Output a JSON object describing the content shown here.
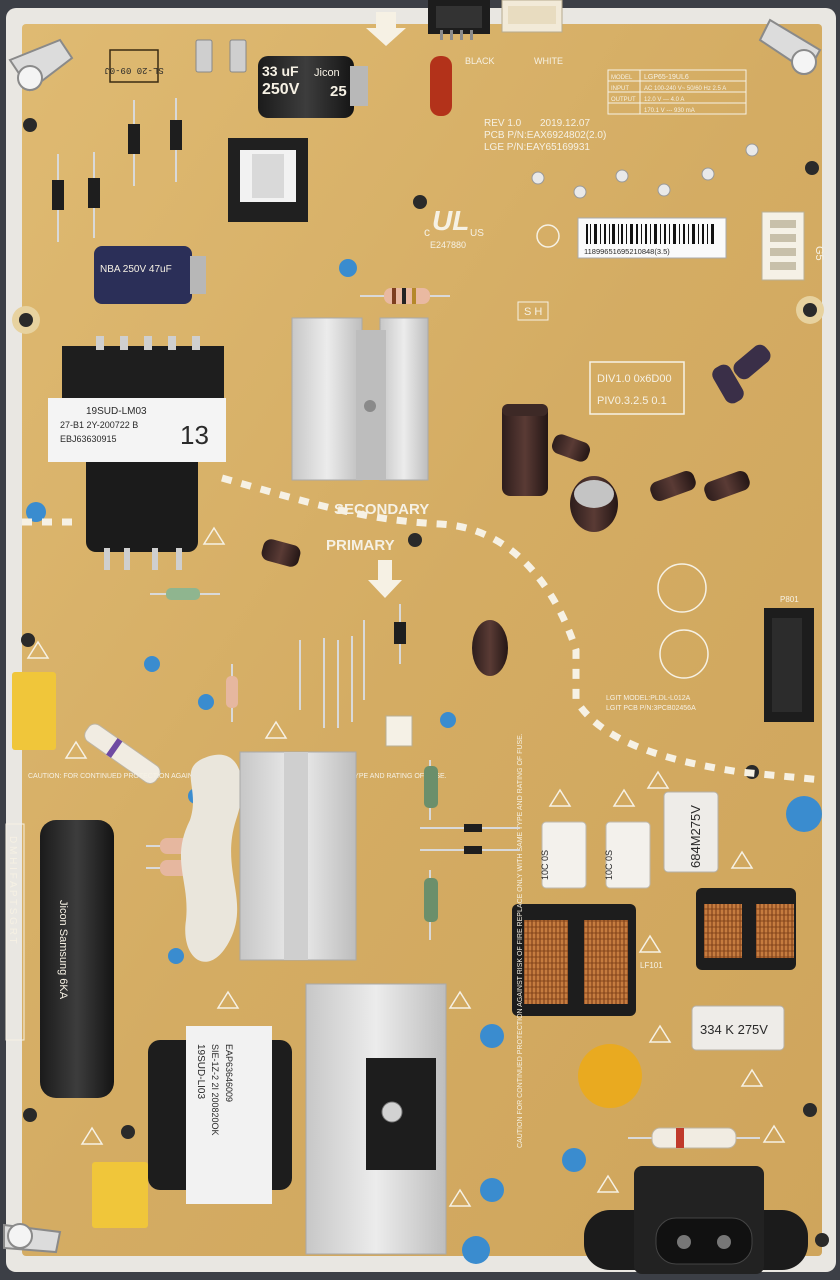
{
  "board": {
    "rev": "REV 1.0",
    "date": "2019.12.07",
    "pcb_pn": "PCB P/N:EAX6924802(2.0)",
    "lge_pn": "LGE P/N:EAY65169931",
    "side_code": "SL-20  09-0J"
  },
  "spec_table": {
    "rows": [
      [
        "MODEL",
        "LGP65-19UL6"
      ],
      [
        "INPUT",
        "AC 100-240 V~  50/60 Hz  2.5 A"
      ],
      [
        "OUTPUT",
        "12.0 V  ---  4.0 A"
      ],
      [
        "",
        "170.1 V  ---  930 mA"
      ]
    ]
  },
  "labels": {
    "secondary": "SECONDARY",
    "primary": "PRIMARY",
    "sh": "S H",
    "dv_line1": "DIV1.0 0x6D00",
    "dv_line2": "PIV0.3.2.5 0.1",
    "e_code": "E247880",
    "barcode_text": "11899651695210848(3.5)",
    "sub_model": "LGIT MODEL:PLDL-L012A",
    "sub_pcb": "LGIT PCB P/N:3PCB02456A",
    "side_letters": "D M H I F A P T S G R T",
    "black": "BLACK",
    "white": "WHITE",
    "c_label": "c",
    "us_label": "US",
    "lf_label": "LF101",
    "p801": "P801",
    "g5": "G5"
  },
  "caution": {
    "left": "CAUTION: FOR CONTINUED PROTECTION AGAINST RISK OF FIRE, REPLACE ONLY WITH SAME TYPE AND RATING OF FUSE.",
    "right": "CAUTION FOR CONTINUED PROTECTION AGAINST RISK OF FIRE REPLACE ONLY WITH SAME TYPE AND RATING OF FUSE."
  },
  "components": {
    "cap_small": {
      "line1": "33 uF",
      "line2": "250V",
      "brand": "Jicon",
      "rating": "25"
    },
    "cap_blue": {
      "text": "NBA 250V 47uF"
    },
    "transformer_main": {
      "line1": "19SUD-LM03",
      "line2": "27-B1 2Y-200722 B",
      "line3": "EBJ63630915",
      "num": "13"
    },
    "transformer_lower": {
      "line1": "19SUD-LI03",
      "line2": "SIE-1Z-2 2I 200820OK",
      "line3": "EAP63646009"
    },
    "x_cap_1": "684M275V",
    "x_cap_2": "334 K 275V",
    "thermistor_1": "10C 0S",
    "thermistor_2": "10C 0S",
    "big_cap": "Jicon Samsung 6KA"
  },
  "colors": {
    "pcb": "#d8b36b",
    "silk": "#f6f1e4",
    "frame": "#e9e7e2",
    "heatsink": "#d9d9d9",
    "connector_black": "#1d1d1d"
  }
}
